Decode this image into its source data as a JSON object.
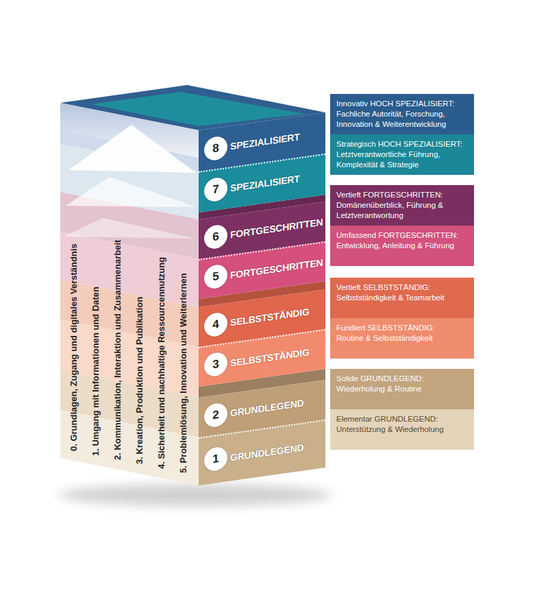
{
  "diagram": {
    "nodes": [
      {
        "text": [
          "SPEZIALISIERT"
        ]
      },
      {
        "text": [
          "8"
        ],
        "in": 0
      },
      {
        "text": [
          "Innovativ HOCH SPEZIALISIERT:",
          "Fachliche Autorität, Forschung, Innovation & Weiterentwicklung"
        ]
      },
      {
        "text": [
          "SPEZIALISIERT"
        ]
      },
      {
        "text": [
          "7"
        ],
        "in": 3
      },
      {
        "text": [
          "Strategisch HOCH SPEZIALISIERT:",
          "Letztverantwortliche Führung, Komplexität & Strategie"
        ]
      },
      {
        "text": [
          "FORTGESCHRITTEN"
        ]
      },
      {
        "text": [
          "6"
        ],
        "in": 6
      },
      {
        "text": [
          "Vertieft FORTGESCHRITTEN:",
          "Domänenüberblick, Führung & Letztverantwortung"
        ]
      },
      {
        "text": [
          "FORTGESCHRITTEN"
        ]
      },
      {
        "text": [
          "5"
        ],
        "in": 9
      },
      {
        "text": [
          "Umfassend FORTGESCHRITTEN:",
          "Entwicklung, Anleitung & Führung"
        ]
      },
      {
        "text": [
          "SELBSTSTÄNDIG"
        ]
      },
      {
        "text": [
          "4"
        ],
        "in": 12
      },
      {
        "text": [
          "Vertieft SELBSTSTÄNDIG:",
          "Selbstständigkeit & Teamarbeit"
        ]
      },
      {
        "text": [
          "SELBSTSTÄNDIG"
        ]
      },
      {
        "text": [
          "3"
        ],
        "in": 15
      },
      {
        "text": [
          "Fundiert SELBSTSTÄNDIG:",
          "Routine & Selbstständigkeit"
        ]
      },
      {
        "text": [
          "GRUNDLEGEND"
        ]
      },
      {
        "text": [
          "2"
        ],
        "in": 18
      },
      {
        "text": [
          "Solide GRUNDLEGEND:",
          "Wiederholung & Routine"
        ]
      },
      {
        "text": [
          "GRUNDLEGEND"
        ]
      },
      {
        "text": [
          "1"
        ],
        "in": 21
      },
      {
        "text": [
          "Elementar GRUNDLEGEND:",
          "Unterstützung & Wiederholung"
        ]
      }
    ],
    "labels": [
      "0. Grundlagen, Zugang und digitales Verständnis",
      "1. Umgang mit Informationen und Daten",
      "2. Kommunikation, Interaktion und Zusammenarbeit",
      "3. Kreation, Produktion und Publikation",
      "4. Sicherheit und nachhaltige Ressourcennutzung",
      "5. Problemlösung, Innovation und Weiterlernen"
    ]
  }
}
